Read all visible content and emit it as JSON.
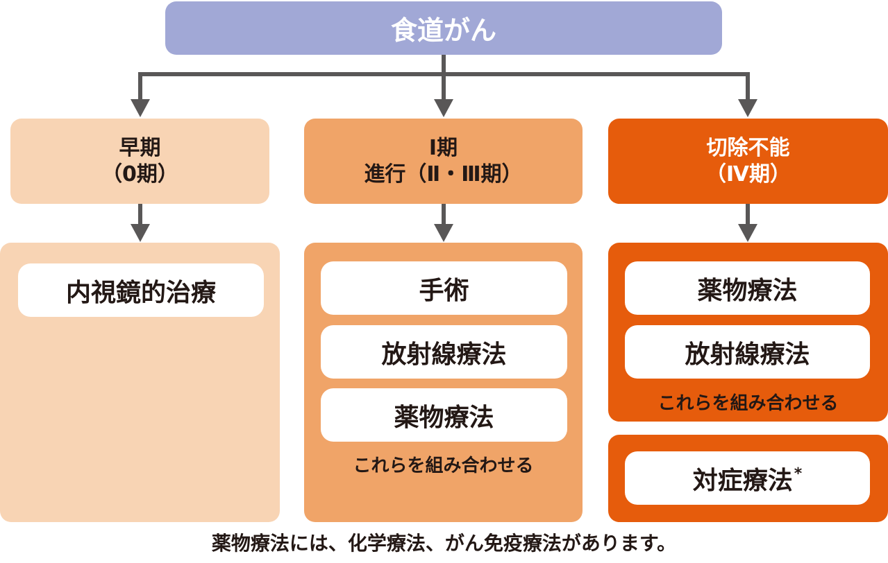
{
  "title": "食道がん",
  "stages": [
    {
      "line1": "早期",
      "line2": "（0期）"
    },
    {
      "line1": "Ⅰ期",
      "line2": "進行（Ⅱ・Ⅲ期）"
    },
    {
      "line1": "切除不能",
      "line2": "（Ⅳ期）"
    }
  ],
  "treatments": {
    "early": [
      "内視鏡的治療"
    ],
    "mid": [
      "手術",
      "放射線療法",
      "薬物療法"
    ],
    "late": [
      "薬物療法",
      "放射線療法"
    ],
    "late_palliative": "対症療法",
    "late_palliative_mark": "*"
  },
  "combine_note": "これらを組み合わせる",
  "footnote": "薬物療法には、化学療法、がん免疫療法があります。",
  "colors": {
    "title": "#a1a8d6",
    "early": "#f8d4b4",
    "mid": "#f0a468",
    "late": "#e65c0c",
    "arrow": "#595757"
  }
}
